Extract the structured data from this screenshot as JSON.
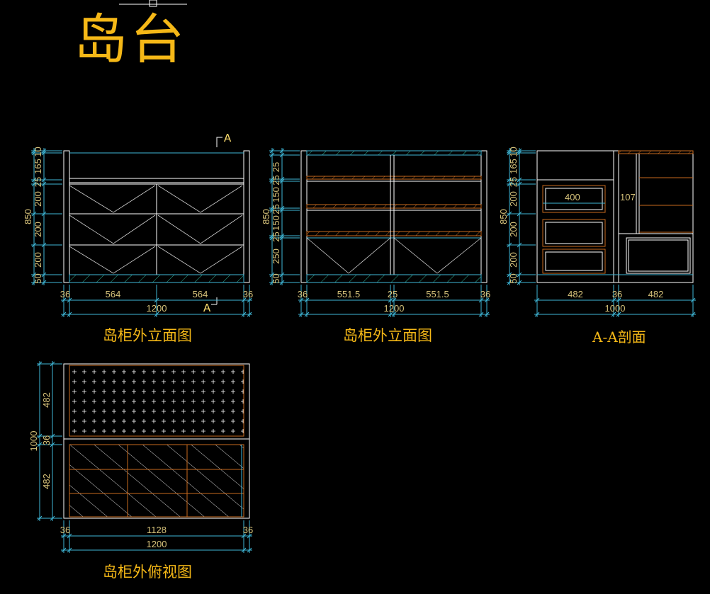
{
  "title": "岛台",
  "views": {
    "elev1": {
      "label": "岛柜外立面图",
      "vdims": [
        "850",
        "50",
        "200",
        "200",
        "200",
        "25",
        "165",
        "10"
      ],
      "hdims": [
        "36",
        "564",
        "564",
        "36"
      ],
      "total": "1200",
      "section_mark": "A"
    },
    "elev2": {
      "label": "岛柜外立面图",
      "vdims": [
        "850",
        "50",
        "250",
        "25",
        "150",
        "25",
        "150",
        "25",
        "25"
      ],
      "hdims": [
        "36",
        "551.5",
        "25",
        "551.5",
        "36"
      ],
      "total": "1200"
    },
    "section": {
      "label": "A-A剖面",
      "vdims": [
        "850",
        "50",
        "200",
        "200",
        "200",
        "25",
        "165",
        "10"
      ],
      "hdims": [
        "482",
        "36",
        "482"
      ],
      "total": "1000",
      "inner": [
        "400",
        "107"
      ]
    },
    "plan": {
      "label": "岛柜外俯视图",
      "vdims": [
        "1000",
        "482",
        "36",
        "482"
      ],
      "hdims": [
        "36",
        "1128",
        "36"
      ],
      "total": "1200"
    }
  },
  "colors": {
    "title": "#f5b817",
    "dimension": "#3fb8d8",
    "cabinet": "#ffffff",
    "shelf": "#c86a1e",
    "hatch": "#2fb59a"
  }
}
